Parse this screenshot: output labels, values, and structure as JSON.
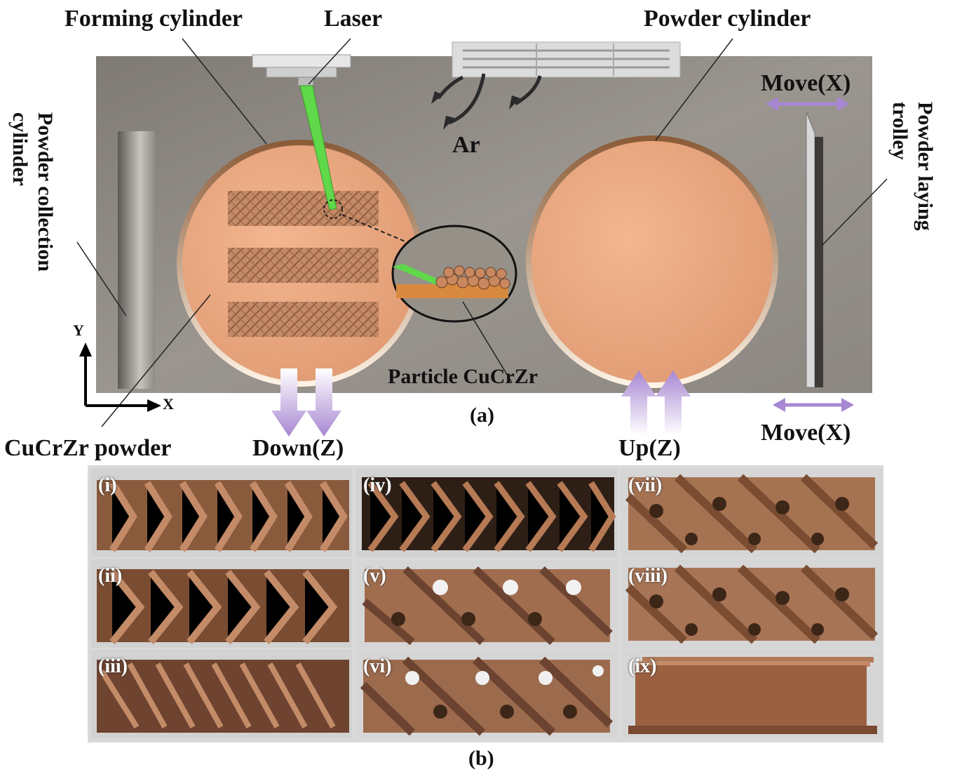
{
  "panel_a": {
    "caption": "(a)",
    "labels": {
      "forming_cylinder": "Forming cylinder",
      "laser": "Laser",
      "powder_cylinder": "Powder cylinder",
      "ar": "Ar",
      "move_x_top": "Move(X)",
      "move_x_bottom": "Move(X)",
      "powder_laying_trolley": "Powder laying trolley",
      "powder_collection_cylinder": "Powder collection cylinder",
      "particle": "Particle CuCrZr",
      "powder": "CuCrZr powder",
      "down_z": "Down(Z)",
      "up_z": "Up(Z)",
      "axis_y": "Y",
      "axis_x": "X"
    },
    "colors": {
      "chamber": "#8a8580",
      "copper": "#e0a07a",
      "laser": "#5fd84a",
      "arrow": "#a98ad0"
    }
  },
  "panel_b": {
    "caption": "(b)",
    "samples": [
      "(i)",
      "(iv)",
      "(vii)",
      "(ii)",
      "(v)",
      "(viii)",
      "(iii)",
      "(vi)",
      "(ix)"
    ]
  }
}
